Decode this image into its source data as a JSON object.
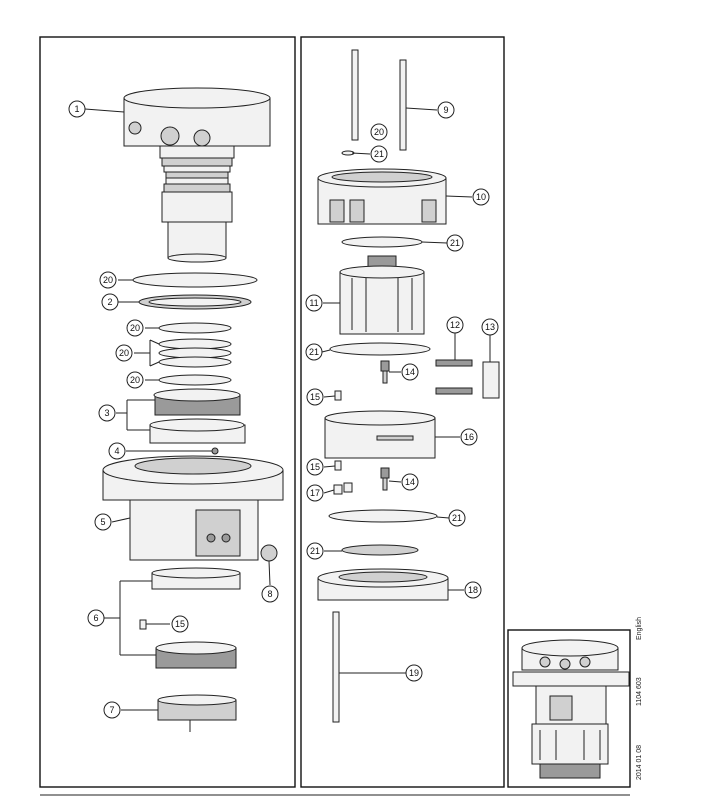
{
  "callouts": [
    {
      "id": "c1",
      "label": "1"
    },
    {
      "id": "c20a",
      "label": "20"
    },
    {
      "id": "c2",
      "label": "2"
    },
    {
      "id": "c20b",
      "label": "20"
    },
    {
      "id": "c20c",
      "label": "20"
    },
    {
      "id": "c20d",
      "label": "20"
    },
    {
      "id": "c3",
      "label": "3"
    },
    {
      "id": "c4",
      "label": "4"
    },
    {
      "id": "c5",
      "label": "5"
    },
    {
      "id": "c8",
      "label": "8"
    },
    {
      "id": "c6",
      "label": "6"
    },
    {
      "id": "c15a",
      "label": "15"
    },
    {
      "id": "c7",
      "label": "7"
    },
    {
      "id": "c9",
      "label": "9"
    },
    {
      "id": "c20e",
      "label": "20"
    },
    {
      "id": "c21a",
      "label": "21"
    },
    {
      "id": "c10",
      "label": "10"
    },
    {
      "id": "c21b",
      "label": "21"
    },
    {
      "id": "c11",
      "label": "11"
    },
    {
      "id": "c12",
      "label": "12"
    },
    {
      "id": "c13",
      "label": "13"
    },
    {
      "id": "c21c",
      "label": "21"
    },
    {
      "id": "c14a",
      "label": "14"
    },
    {
      "id": "c15b",
      "label": "15"
    },
    {
      "id": "c16",
      "label": "16"
    },
    {
      "id": "c15c",
      "label": "15"
    },
    {
      "id": "c14b",
      "label": "14"
    },
    {
      "id": "c17",
      "label": "17"
    },
    {
      "id": "c21d",
      "label": "21"
    },
    {
      "id": "c21e",
      "label": "21"
    },
    {
      "id": "c18",
      "label": "18"
    },
    {
      "id": "c19",
      "label": "19"
    }
  ],
  "side_text": {
    "date": "2014 01 08",
    "doc_number": "1104 603",
    "language": "English"
  }
}
